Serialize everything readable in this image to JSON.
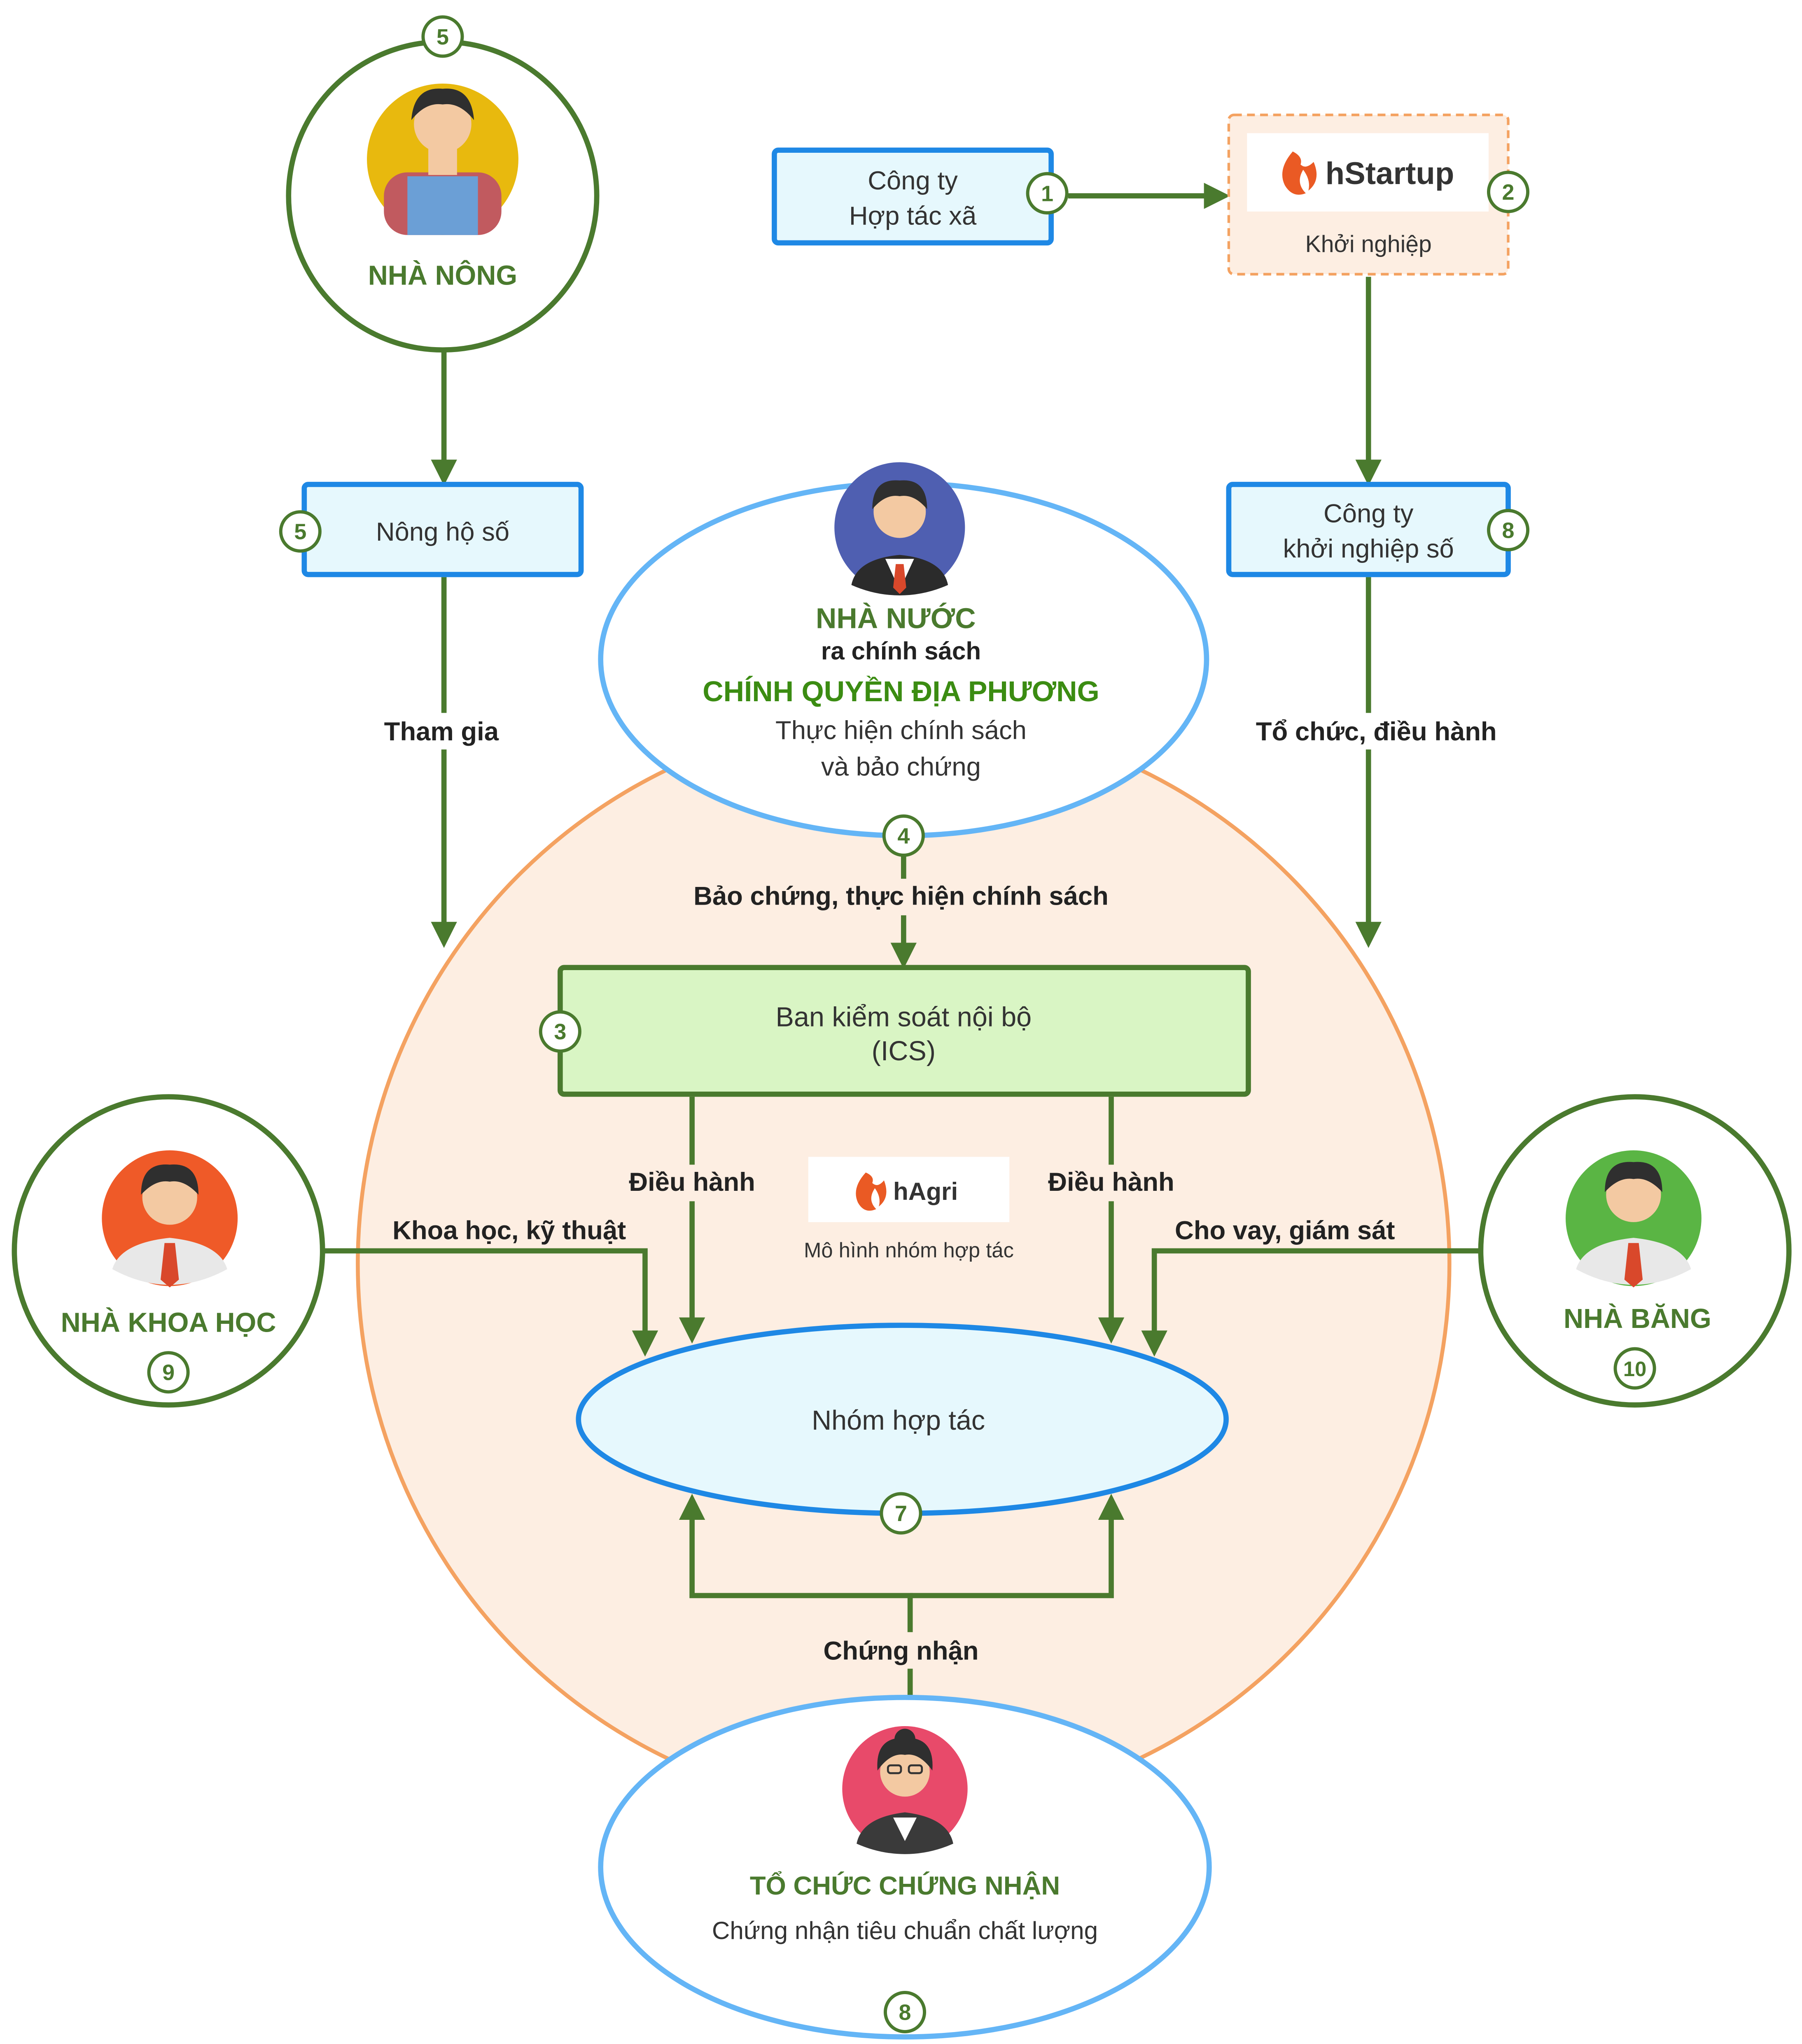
{
  "colors": {
    "green": "#4a7a2e",
    "blue": "#1e88e5",
    "lightblue": "#64b5f6",
    "orange": "#f4a261",
    "peach": "#fdeee2",
    "lightgreen": "#d9f5c4",
    "cyanfill": "#e6f8fd"
  },
  "nodes": {
    "farmer": {
      "title": "NHÀ NÔNG",
      "badge": "5"
    },
    "company": {
      "line1": "Công ty",
      "line2": "Hợp tác xã",
      "badge": "1"
    },
    "hstartup": {
      "logo": "hStartup",
      "caption": "Khởi nghiệp",
      "badge": "2"
    },
    "digital_farmer": {
      "text": "Nông hộ số",
      "badge": "5"
    },
    "digital_startup": {
      "line1": "Công ty",
      "line2": "khởi nghiệp số",
      "badge": "8"
    },
    "state": {
      "title": "NHÀ NƯỚC",
      "sub1": "ra chính sách",
      "title2": "CHÍNH QUYỀN ĐỊA PHƯƠNG",
      "sub2": "Thực hiện chính sách",
      "sub3": "và bảo chứng",
      "badge": "4"
    },
    "ics": {
      "line1": "Ban kiểm soát nội bộ",
      "line2": "(ICS)",
      "badge": "3"
    },
    "hagri": {
      "logo": "hAgri",
      "caption": "Mô hình nhóm hợp tác"
    },
    "group": {
      "text": "Nhóm hợp tác",
      "badge": "7"
    },
    "scientist": {
      "title": "NHÀ KHOA HỌC",
      "badge": "9"
    },
    "bank": {
      "title": "NHÀ BĂNG",
      "badge": "10"
    },
    "certifier": {
      "title": "TỔ CHỨC CHỨNG NHẬN",
      "sub": "Chứng nhận tiêu chuẩn chất lượng",
      "badge": "8"
    }
  },
  "edges": {
    "join": "Tham gia",
    "organize": "Tổ chức, điều hành",
    "guarantee": "Bảo chứng, thực hiện chính sách",
    "operate_left": "Điều hành",
    "operate_right": "Điều hành",
    "science": "Khoa học, kỹ thuật",
    "loan": "Cho vay, giám sát",
    "certify": "Chứng nhận"
  }
}
